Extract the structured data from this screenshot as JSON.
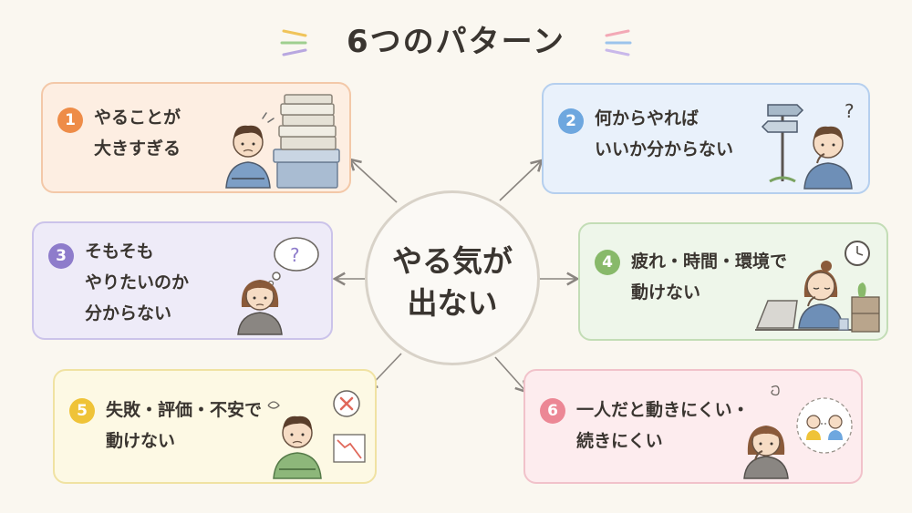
{
  "title": "6つのパターン",
  "center": {
    "line1": "やる気が",
    "line2": "出ない"
  },
  "patterns": [
    {
      "number": "1",
      "lines": [
        "やることが",
        "大きすぎる"
      ]
    },
    {
      "number": "2",
      "lines": [
        "何からやれば",
        "いいか分からない"
      ]
    },
    {
      "number": "3",
      "lines": [
        "そもそも",
        "やりたいのか",
        "分からない"
      ]
    },
    {
      "number": "4",
      "lines": [
        "疲れ・時間・環境で",
        "動けない"
      ]
    },
    {
      "number": "5",
      "lines": [
        "失敗・評価・不安で",
        "動けない"
      ]
    },
    {
      "number": "6",
      "lines": [
        "一人だと動きにくい・",
        "続きにくい"
      ]
    }
  ],
  "colors": {
    "p1": "#ee8c48",
    "p2": "#6ea7df",
    "p3": "#8e7ccb",
    "p4": "#88b96a",
    "p5": "#efc338",
    "p6": "#ec8795"
  },
  "icons": {
    "p1": "stacked-boxes-person-icon",
    "p2": "signpost-question-person-icon",
    "p3": "thought-bubble-question-person-icon",
    "p4": "tired-person-laptop-clock-icon",
    "p5": "worried-person-cross-chart-icon",
    "p6": "lonely-person-pair-icon"
  }
}
